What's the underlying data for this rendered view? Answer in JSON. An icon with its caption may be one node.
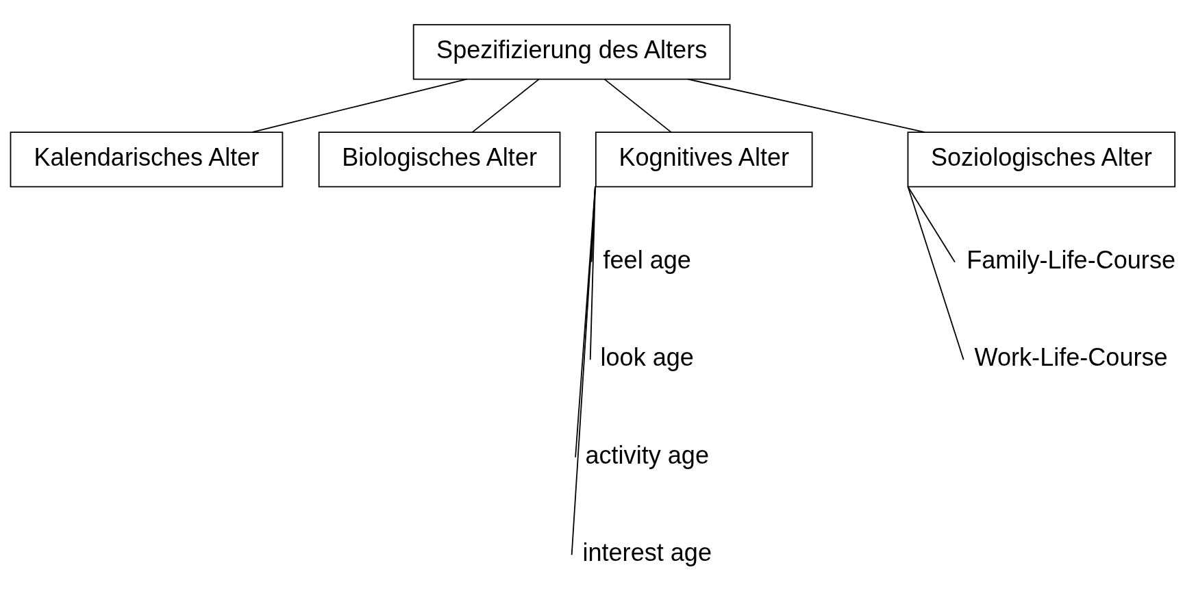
{
  "diagram": {
    "nodes": [
      {
        "text": [
          "Spezifizierung des Alters"
        ]
      },
      {
        "text": [
          "Kalendarisches Alter"
        ]
      },
      {
        "text": [
          "Biologisches Alter"
        ]
      },
      {
        "text": [
          "Kognitives Alter"
        ]
      },
      {
        "text": [
          "Soziologisches Alter"
        ]
      },
      {
        "text": [
          "feel age"
        ]
      },
      {
        "text": [
          "look age"
        ]
      },
      {
        "text": [
          "activity age"
        ]
      },
      {
        "text": [
          "interest age"
        ]
      },
      {
        "text": [
          "Family-Life-Course"
        ]
      },
      {
        "text": [
          "Work-Life-Course"
        ]
      }
    ],
    "edges": [
      {
        "from": 0,
        "to": 1,
        "arrow": "none"
      },
      {
        "from": 0,
        "to": 2,
        "arrow": "none"
      },
      {
        "from": 0,
        "to": 3,
        "arrow": "none"
      },
      {
        "from": 0,
        "to": 4,
        "arrow": "none"
      },
      {
        "from": 3,
        "to": 5,
        "arrow": "none"
      },
      {
        "from": 3,
        "to": 6,
        "arrow": "none"
      },
      {
        "from": 3,
        "to": 7,
        "arrow": "none"
      },
      {
        "from": 3,
        "to": 8,
        "arrow": "none"
      },
      {
        "from": 4,
        "to": 9,
        "arrow": "none"
      },
      {
        "from": 4,
        "to": 10,
        "arrow": "none"
      }
    ]
  }
}
